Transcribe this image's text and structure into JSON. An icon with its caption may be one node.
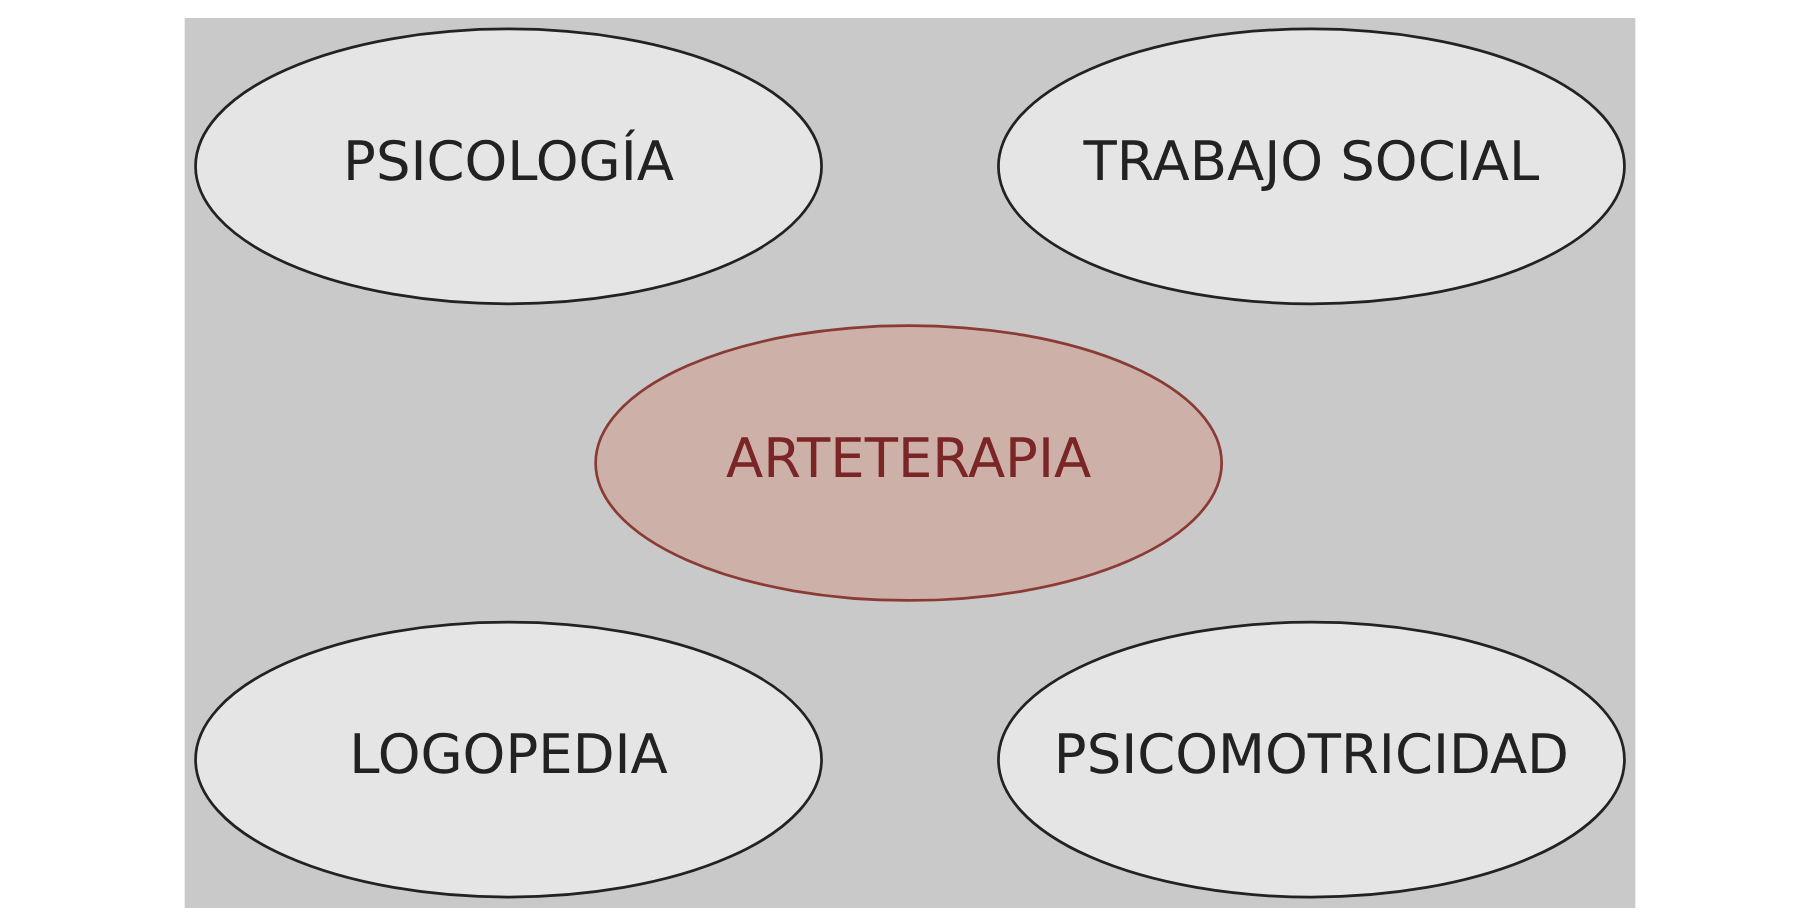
{
  "diagram": {
    "nodes": [
      {
        "text": [
          "PSICOLOGÍA"
        ]
      },
      {
        "text": [
          "TRABAJO SOCIAL"
        ]
      },
      {
        "text": [
          "ARTETERAPIA"
        ]
      },
      {
        "text": [
          "LOGOPEDIA"
        ]
      },
      {
        "text": [
          "PSICOMOTRICIDAD"
        ]
      }
    ]
  }
}
